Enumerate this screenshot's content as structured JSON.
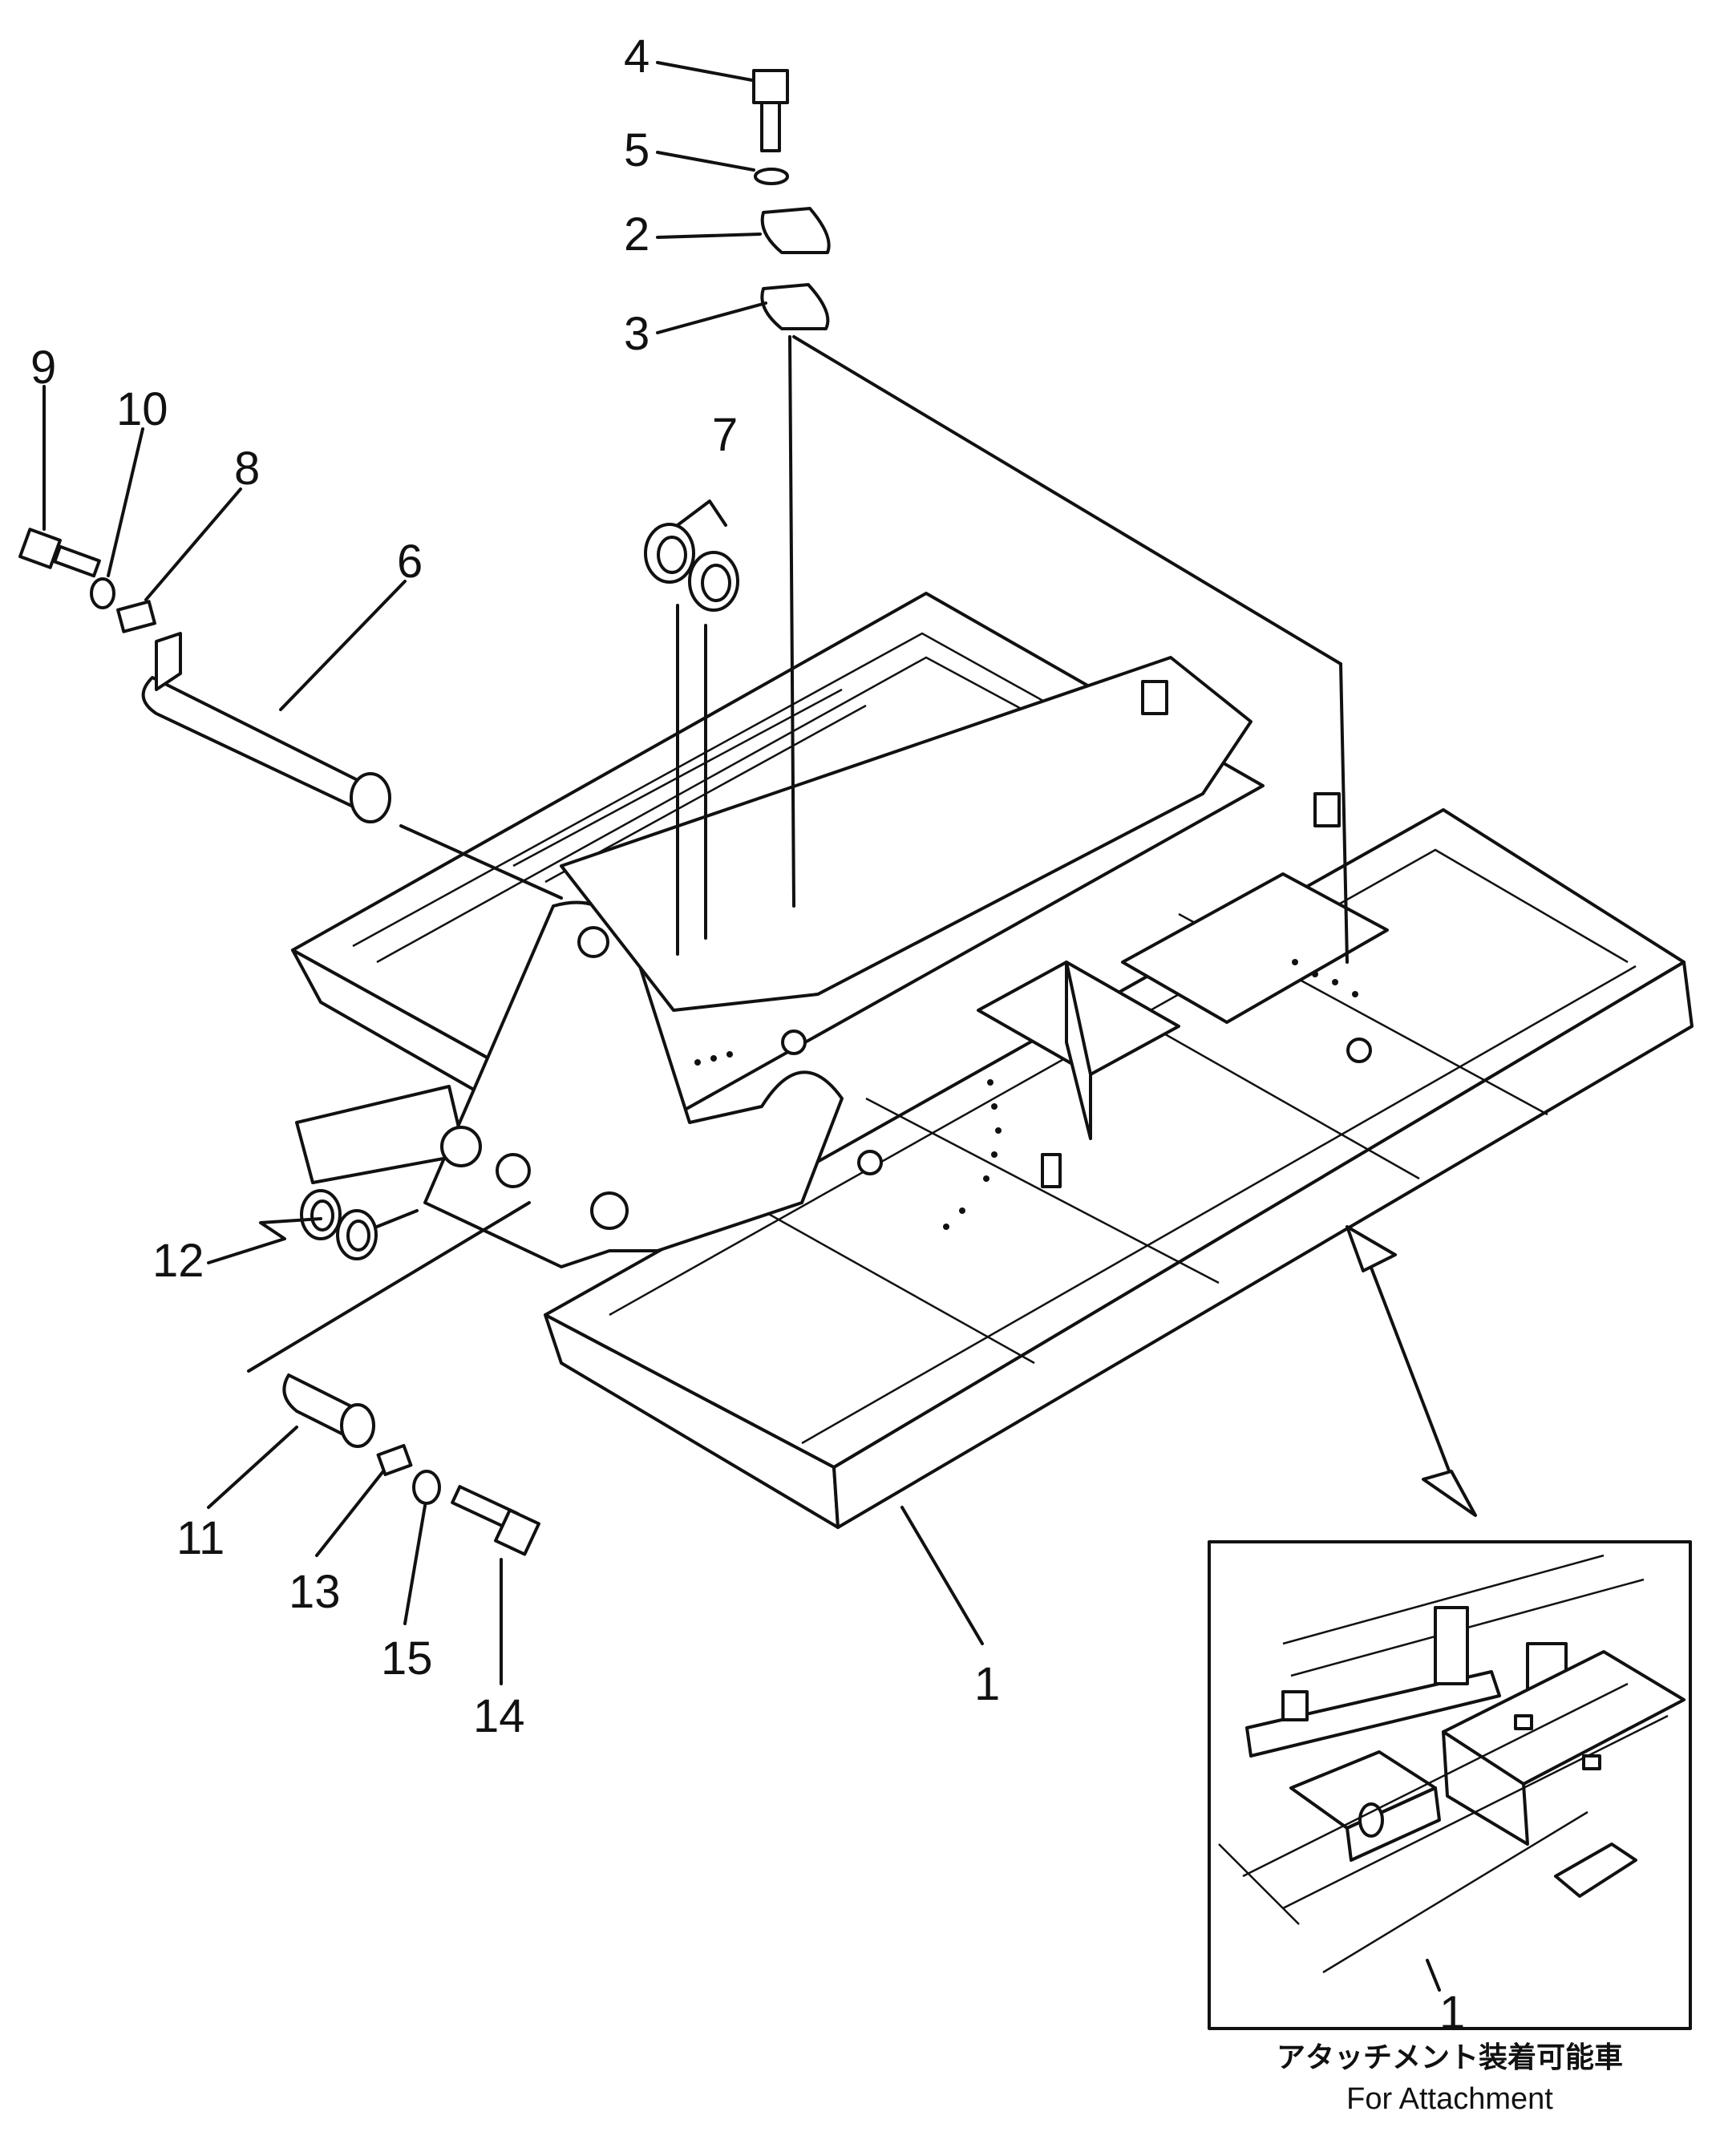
{
  "callouts": [
    {
      "id": "4",
      "text": "4"
    },
    {
      "id": "5",
      "text": "5"
    },
    {
      "id": "2",
      "text": "2"
    },
    {
      "id": "3",
      "text": "3"
    },
    {
      "id": "9",
      "text": "9"
    },
    {
      "id": "10",
      "text": "10"
    },
    {
      "id": "8",
      "text": "8"
    },
    {
      "id": "7",
      "text": "7"
    },
    {
      "id": "6",
      "text": "6"
    },
    {
      "id": "12",
      "text": "12"
    },
    {
      "id": "11",
      "text": "11"
    },
    {
      "id": "13",
      "text": "13"
    },
    {
      "id": "15",
      "text": "15"
    },
    {
      "id": "14",
      "text": "14"
    },
    {
      "id": "1",
      "text": "1"
    }
  ],
  "inset": {
    "callout": "1",
    "caption_jp": "アタッチメント装着可能車",
    "caption_en": "For Attachment"
  }
}
